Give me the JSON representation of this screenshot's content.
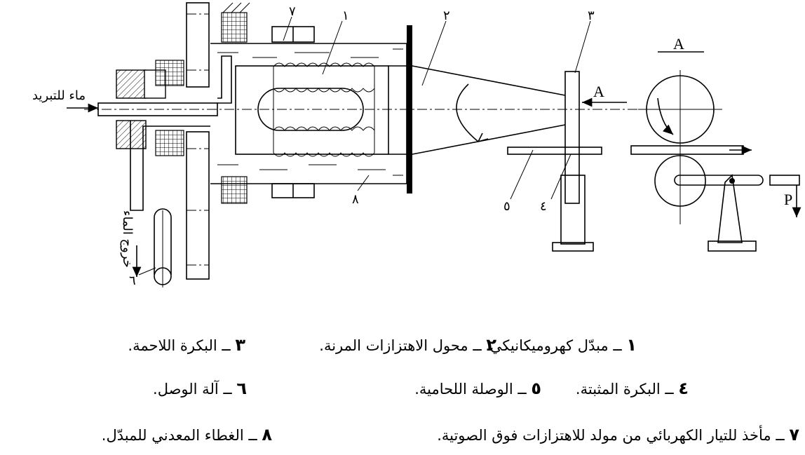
{
  "diagram_labels": {
    "water_in": "ماء للتبريد",
    "water_out": "خروج الماء",
    "n1": "١",
    "n2": "٢",
    "n3": "٣",
    "n4": "٤",
    "n5": "٥",
    "n6": "٦",
    "n7": "٧",
    "n8": "٨",
    "a_arrow": "A",
    "a_view": "A",
    "p_force": "P"
  },
  "legend": [
    {
      "num": "١",
      "text": "ــ مبدّل كهروميكانيكي."
    },
    {
      "num": "٢",
      "text": "ــ محول الاهتزازات المرنة."
    },
    {
      "num": "٣",
      "text": "ــ البكرة اللاحمة."
    },
    {
      "num": "٤",
      "text": "ــ البكرة المثبتة."
    },
    {
      "num": "٥",
      "text": "ــ الوصلة اللحامية."
    },
    {
      "num": "٦",
      "text": "ــ آلة الوصل."
    },
    {
      "num": "٧",
      "text": "ــ مأخذ للتيار الكهربائي من مولد للاهتزازات فوق الصوتية."
    },
    {
      "num": "٨",
      "text": "ــ الغطاء المعدني للمبدّل."
    }
  ]
}
